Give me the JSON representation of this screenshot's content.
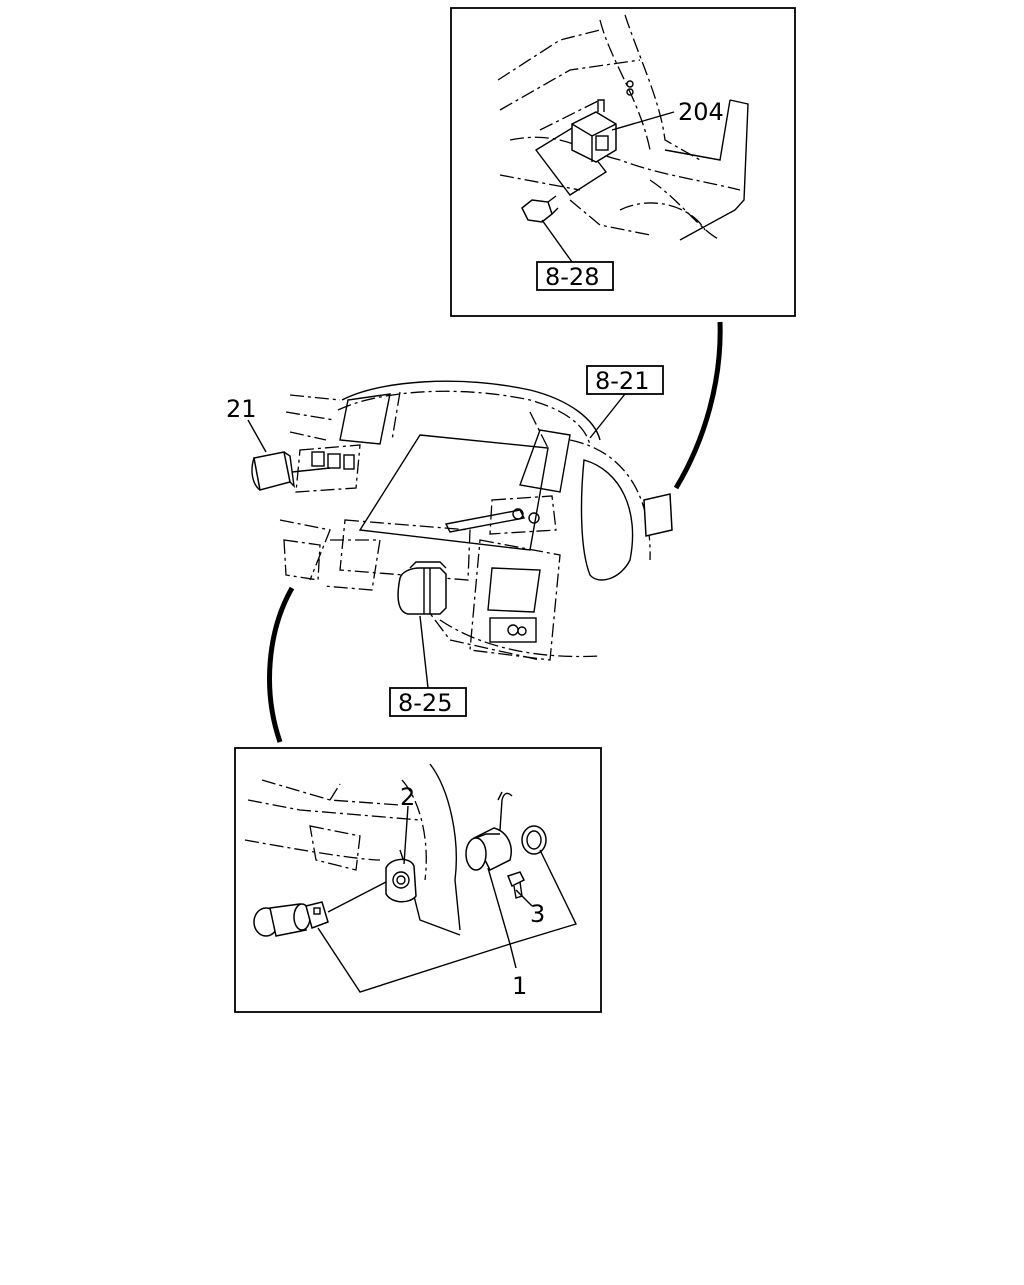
{
  "callouts": {
    "c204": "204",
    "ref_8_28": "8-28",
    "ref_8_21": "8-21",
    "c21": "21",
    "ref_8_25": "8-25",
    "c2": "2",
    "c3": "3",
    "c1": "1"
  }
}
